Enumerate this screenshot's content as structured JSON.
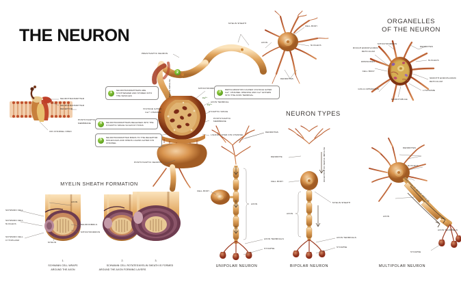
{
  "page": {
    "title": "THE NEURON"
  },
  "sections": {
    "organelles_title_line1": "ORGANELLES",
    "organelles_title_line2": "OF THE NEURON",
    "neuron_types_title": "NEURON TYPES",
    "myelin_title": "MYELIN SHEATH FORMATION"
  },
  "main_neuron": {
    "labels": {
      "myelin_sheath": "MYELIN SHEATH",
      "axon": "AXON",
      "cell_body": "CELL BODY",
      "nucleus": "NUCLEUS",
      "dendrites": "DENDRITES"
    }
  },
  "synapse": {
    "presynaptic_neuron": "PRESYNAPTIC NEURON",
    "postsynaptic_neuron": "POSTSYNAPTIC NEURON",
    "nerve_impulse": "NERVE IMPULSE",
    "mitochondrion": "MITOCHONDRION",
    "axon_terminal": "AXON TERMINAL",
    "synaptic_space": "SYNAPTIC SPACE",
    "postsynaptic_membrane": "POSTSYNAPTIC MEMBRANE",
    "ligand_gated_ion_channel": "LIGAND-GATED ION CHANNEL",
    "voltage_gated_channel_l1": "VOLTAGE GATED",
    "voltage_gated_channel_l2": "Ca²⁺ CHANNEL",
    "ca_ion_1": "Ca²⁺",
    "ca_ion_2": "Ca²⁺",
    "steps": [
      {
        "n": "1",
        "text": "NEUROTRANSMITTERS ARE SYNTHESIZED AND STORED INTO THE VESICLES"
      },
      {
        "n": "2",
        "text": ""
      },
      {
        "n": "3",
        "text": "DEPOLARIZATION CAUSES VOLTAGE GATED Ca²⁺ CHANNEL OPENING AND Ca²⁺ ENTERS INTO THE AXON TERMINAL"
      },
      {
        "n": "4",
        "text": "NEUROTRANSMITTERS RELEASED INTO THE SYNAPTIC SPACE VIA EXOCYTOSIS"
      },
      {
        "n": "5",
        "text": "NEUROTRANSMITTER BINDS TO THE RECEPTOR MOLECULES AND OPENS LIGAND-GATED ION CHANNEL"
      }
    ]
  },
  "receptor_detail": {
    "neurotransmitter": "NEUROTRANSMITTER",
    "neurotransmitter_receptor_l1": "NEUROTRANSMITTER",
    "neurotransmitter_receptor_l2": "RECEPTOR",
    "postsynaptic_membrane_l1": "POSTSYNAPTIC",
    "postsynaptic_membrane_l2": "MEMBRANE",
    "ion_channel_open": "ION CHANNEL OPEN"
  },
  "organelles": {
    "mitochondrion": "MITOCHONDRION",
    "dendrites": "DENDRITES",
    "nucleus": "NUCLEUS",
    "rough_er_l1": "ROUGH ENDOPLASMIC",
    "rough_er_l2": "RETICULUM",
    "smooth_er_l1": "SMOOTH ENDOPLASMIC",
    "smooth_er_l2": "RETICULUM",
    "ribosomes": "RIBOSOMES",
    "cell_body": "CELL BODY",
    "golgi": "GOLGI APPARATUS",
    "lysosome": "LYSOSOME",
    "microtubule": "MICROTUBULE"
  },
  "myelin_steps": [
    {
      "num": "1.",
      "line1": "SCHWANN CELL WRAPS",
      "line2": "AROUND THE AXON"
    },
    {
      "num": "2.",
      "line1": "SCHWANN CELL ROTATES",
      "line2": "AROUND THE AXON FORMING LAYERS"
    },
    {
      "num": "3.",
      "line1": "MYELIN SHEATH IS FORMED",
      "line2": ""
    }
  ],
  "myelin_labels": {
    "schwann_cell": "SCHWANN CELL",
    "schwann_nucleus_l1": "SCHWANN CELL",
    "schwann_nucleus_l2": "NUCLEUS",
    "schwann_cytoplasm_l1": "SCHWANN CELL",
    "schwann_cytoplasm_l2": "CYTOPLASM",
    "myelin": "MYELIN",
    "axon": "AXON",
    "neurofibrils": "NEUROFIBRILS",
    "mitochondrion": "MITOCHONDRION"
  },
  "neuron_types": {
    "unipolar": {
      "name": "UNIPOLAR NEURON",
      "dendrites": "DENDRITES",
      "cell_body": "CELL BODY",
      "axon": "AXON",
      "axon_terminals": "AXON TERMINALS",
      "synapse": "SYNAPSE"
    },
    "bipolar": {
      "name": "BIPOLAR NEURON",
      "dendrite": "DENDRITE",
      "cell_body": "CELL BODY",
      "myelin_sheath": "MYELIN SHEATH",
      "axon": "AXON",
      "axon_terminals": "AXON TERMINALS",
      "synapse": "SYNAPSE",
      "direction": "DIRECTION OF NERVE IMPULSE"
    },
    "multipolar": {
      "name": "MULTIPOLAR NEURON",
      "dendrites": "DENDRITES",
      "nucleus": "NUCLEUS",
      "axon": "AXON",
      "axon_terminals": "AXON TERMINALS",
      "synapse": "SYNAPSE",
      "direction": "DIRECTION OF NERVE IMPULSE"
    }
  },
  "colors": {
    "step_badge_green": "#5ea120",
    "axon_orange": "#e09a4e",
    "dendrite_brown": "#9c3b22",
    "cell_body_tan": "#cf9257",
    "myelin_purple": "#6e3c50",
    "label_gray": "#2b2724"
  }
}
